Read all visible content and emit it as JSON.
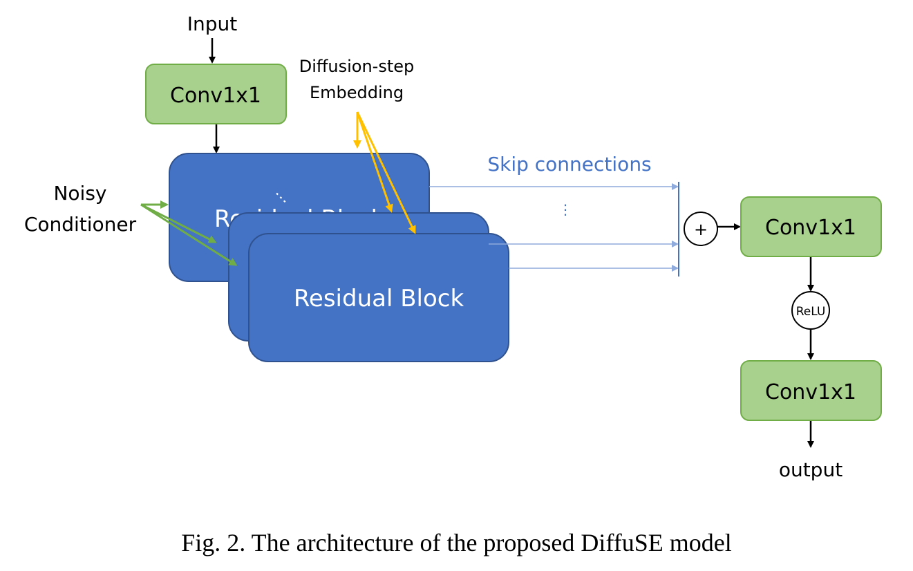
{
  "diagram": {
    "input_label": "Input",
    "output_label": "output",
    "conv_label": "Conv1x1",
    "residual_block_label": "Residual Block",
    "diffusion_step_label_line1": "Diffusion-step",
    "diffusion_step_label_line2": "Embedding",
    "noisy_conditioner_line1": "Noisy",
    "noisy_conditioner_line2": "Conditioner",
    "skip_connections_label": "Skip connections",
    "sum_symbol": "+",
    "relu_label": "ReLU",
    "dots_label": "⋮"
  },
  "caption": "Fig. 2. The architecture of the proposed DiffuSE model",
  "colors": {
    "green_fill": "#a9d18e",
    "green_stroke": "#70ad47",
    "blue_fill": "#4472c4",
    "blue_stroke": "#2f528f",
    "skip_line": "#8faadc",
    "skip_text": "#4472c4",
    "yellow_arrow": "#ffc000",
    "green_arrow": "#70ad47"
  }
}
